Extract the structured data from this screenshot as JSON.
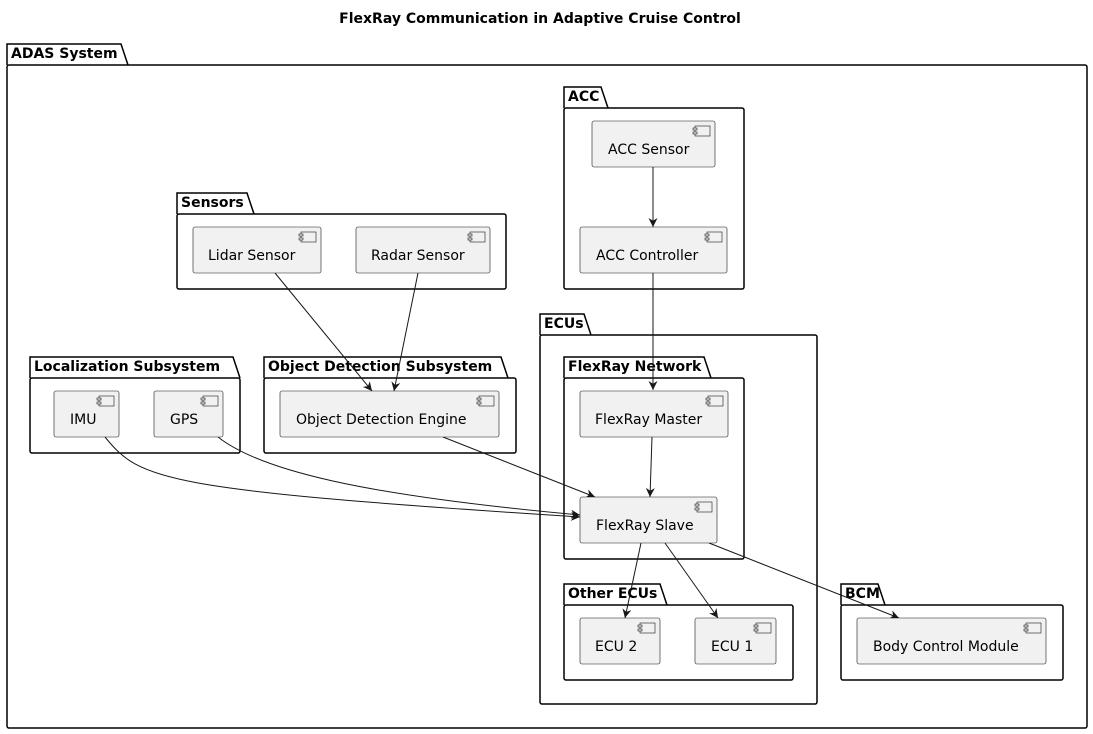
{
  "title": "FlexRay Communication in Adaptive Cruise Control",
  "packages": {
    "adas": "ADAS System",
    "acc": "ACC",
    "sensors": "Sensors",
    "ecus": "ECUs",
    "flexray_network": "FlexRay Network",
    "other_ecus": "Other ECUs",
    "localization": "Localization Subsystem",
    "object_detection": "Object Detection Subsystem",
    "bcm": "BCM"
  },
  "components": {
    "acc_sensor": "ACC Sensor",
    "acc_controller": "ACC Controller",
    "lidar_sensor": "Lidar Sensor",
    "radar_sensor": "Radar Sensor",
    "imu": "IMU",
    "gps": "GPS",
    "object_detection_engine": "Object Detection Engine",
    "flexray_master": "FlexRay Master",
    "flexray_slave": "FlexRay Slave",
    "ecu2": "ECU 2",
    "ecu1": "ECU 1",
    "body_control_module": "Body Control Module"
  },
  "connections": [
    {
      "from": "ACC Sensor",
      "to": "ACC Controller"
    },
    {
      "from": "ACC Controller",
      "to": "FlexRay Master"
    },
    {
      "from": "Lidar Sensor",
      "to": "Object Detection Engine"
    },
    {
      "from": "Radar Sensor",
      "to": "Object Detection Engine"
    },
    {
      "from": "FlexRay Master",
      "to": "FlexRay Slave"
    },
    {
      "from": "Object Detection Engine",
      "to": "FlexRay Slave"
    },
    {
      "from": "IMU",
      "to": "FlexRay Slave"
    },
    {
      "from": "GPS",
      "to": "FlexRay Slave"
    },
    {
      "from": "FlexRay Slave",
      "to": "ECU 2"
    },
    {
      "from": "FlexRay Slave",
      "to": "ECU 1"
    },
    {
      "from": "FlexRay Slave",
      "to": "Body Control Module"
    }
  ]
}
